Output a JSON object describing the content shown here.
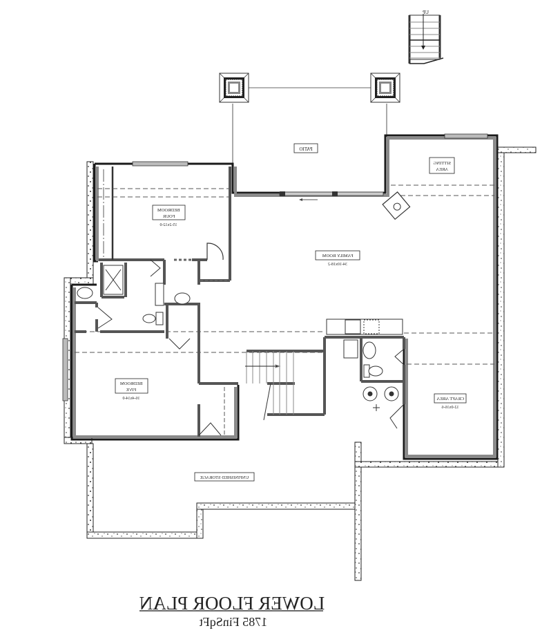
{
  "plan": {
    "title": "LOWER FLOOR PLAN",
    "subtitle": "1785 FinSqFt",
    "mirrored": true
  },
  "rooms": {
    "patio": {
      "name": "PATIO"
    },
    "sitting_area": {
      "name_line1": "SITTING",
      "name_line2": "AREA"
    },
    "bedroom_four": {
      "name_line1": "BEDROOM",
      "name_line2": "FOUR",
      "dims": "15-2x12-0"
    },
    "family_room": {
      "name": "FAMILY ROOM",
      "dims": "34-10x18-2"
    },
    "bedroom_five": {
      "name_line1": "BEDROOM",
      "name_line2": "FIVE",
      "dims": "16-4x14-0"
    },
    "craft_area": {
      "name": "CRAFT AREA",
      "dims": "12-0x16-6"
    },
    "unfinished_storage": {
      "name": "UNFINISHED STORAGE"
    }
  },
  "stairs": {
    "upper_label": "UP"
  },
  "colors": {
    "wall_dark": "#1a1a1a",
    "wall_gray": "#8a8a8a",
    "foundation_fill": "#ffffff",
    "dash": "#555555"
  }
}
